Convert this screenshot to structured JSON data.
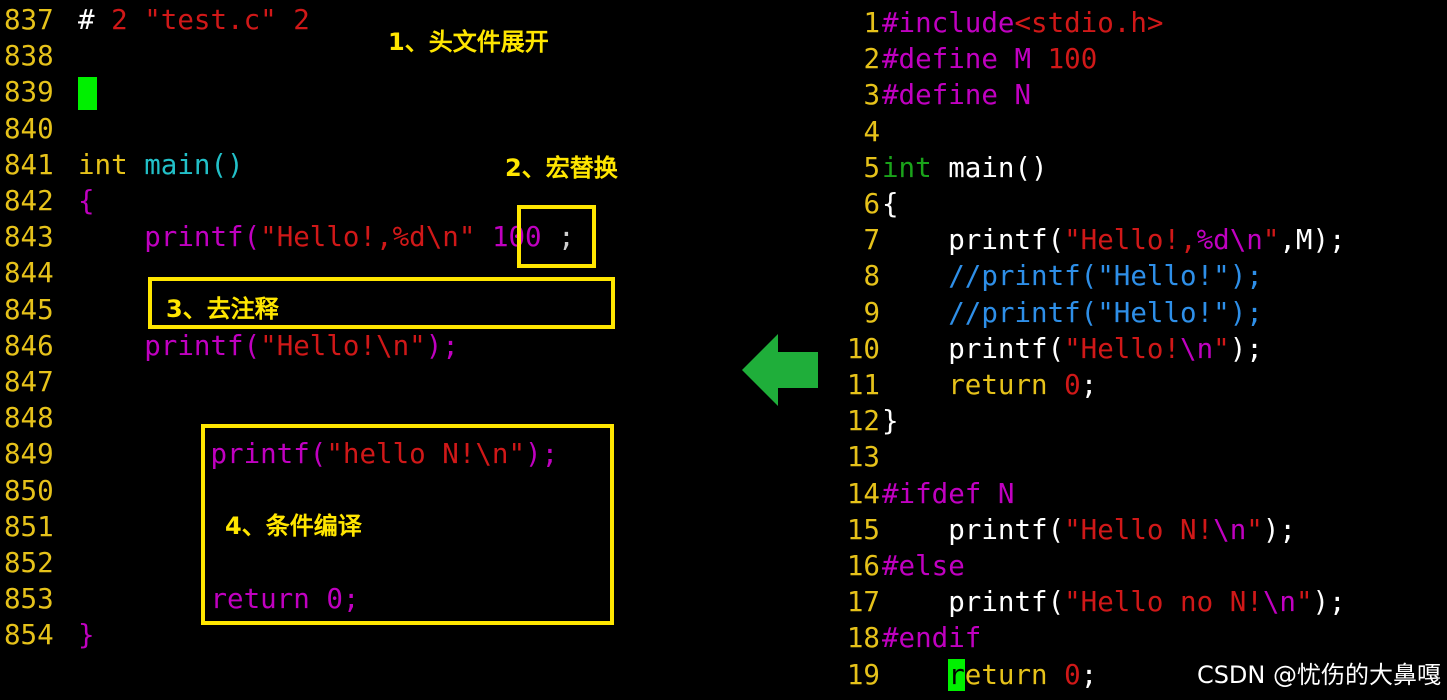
{
  "colors": {
    "background": "#000000",
    "line_number": "#e6c21a",
    "preprocessor": "#c000c0",
    "string": "#d01818",
    "function": "#22c0c8",
    "comment": "#2e8fe8",
    "type_keyword": "#1aa31a",
    "cursor": "#00f000",
    "annotation": "#ffe600",
    "arrow": "#1fae3a"
  },
  "left_pane": {
    "lines": [
      {
        "num": "837",
        "parts": [
          [
            "plain",
            "# "
          ],
          [
            "str",
            "2 "
          ],
          [
            "str",
            "\"test.c\""
          ],
          [
            "str",
            " 2"
          ]
        ]
      },
      {
        "num": "838",
        "parts": []
      },
      {
        "num": "839",
        "parts": [
          [
            "cursor",
            " "
          ]
        ]
      },
      {
        "num": "840",
        "parts": []
      },
      {
        "num": "841",
        "parts": [
          [
            "type",
            "int"
          ],
          [
            "plain",
            " "
          ],
          [
            "fn",
            "main()"
          ]
        ]
      },
      {
        "num": "842",
        "parts": [
          [
            "mag",
            "{"
          ]
        ]
      },
      {
        "num": "843",
        "parts": [
          [
            "plain",
            "    "
          ],
          [
            "mag",
            "printf("
          ],
          [
            "str",
            "\"Hello!,%d\\n\""
          ],
          [
            "plain",
            " "
          ],
          [
            "mag",
            "100"
          ],
          [
            "plain",
            " "
          ],
          [
            "gray",
            ";"
          ]
        ]
      },
      {
        "num": "844",
        "parts": []
      },
      {
        "num": "845",
        "parts": []
      },
      {
        "num": "846",
        "parts": [
          [
            "plain",
            "    "
          ],
          [
            "mag",
            "printf("
          ],
          [
            "str",
            "\"Hello!\\n\""
          ],
          [
            "mag",
            ");"
          ]
        ]
      },
      {
        "num": "847",
        "parts": []
      },
      {
        "num": "848",
        "parts": []
      },
      {
        "num": "849",
        "parts": [
          [
            "plain",
            "        "
          ],
          [
            "mag",
            "printf("
          ],
          [
            "str",
            "\"hello N!\\n\""
          ],
          [
            "mag",
            ");"
          ]
        ]
      },
      {
        "num": "850",
        "parts": []
      },
      {
        "num": "851",
        "parts": []
      },
      {
        "num": "852",
        "parts": []
      },
      {
        "num": "853",
        "parts": [
          [
            "plain",
            "        "
          ],
          [
            "mag",
            "return "
          ],
          [
            "mag",
            "0;"
          ]
        ]
      },
      {
        "num": "854",
        "parts": [
          [
            "mag",
            "}"
          ]
        ]
      }
    ]
  },
  "right_pane": {
    "lines": [
      {
        "num": "1",
        "parts": [
          [
            "pre",
            "#include"
          ],
          [
            "str",
            "<stdio.h>"
          ]
        ]
      },
      {
        "num": "2",
        "parts": [
          [
            "pre",
            "#define M "
          ],
          [
            "str",
            "100"
          ]
        ]
      },
      {
        "num": "3",
        "parts": [
          [
            "pre",
            "#define N"
          ]
        ]
      },
      {
        "num": "4",
        "parts": []
      },
      {
        "num": "5",
        "parts": [
          [
            "kwtype",
            "int"
          ],
          [
            "plain",
            " main()"
          ]
        ]
      },
      {
        "num": "6",
        "parts": [
          [
            "plain",
            "{"
          ]
        ]
      },
      {
        "num": "7",
        "parts": [
          [
            "plain",
            "    printf("
          ],
          [
            "str",
            "\"Hello!,"
          ],
          [
            "pre",
            "%d\\n"
          ],
          [
            "str",
            "\""
          ],
          [
            "plain",
            ",M);"
          ]
        ]
      },
      {
        "num": "8",
        "parts": [
          [
            "plain",
            "    "
          ],
          [
            "cmt",
            "//printf(\"Hello!\");"
          ]
        ]
      },
      {
        "num": "9",
        "parts": [
          [
            "plain",
            "    "
          ],
          [
            "cmt",
            "//printf(\"Hello!\");"
          ]
        ]
      },
      {
        "num": "10",
        "parts": [
          [
            "plain",
            "    printf("
          ],
          [
            "str",
            "\"Hello!"
          ],
          [
            "pre",
            "\\n"
          ],
          [
            "str",
            "\""
          ],
          [
            "plain",
            ");"
          ]
        ]
      },
      {
        "num": "11",
        "parts": [
          [
            "plain",
            "    "
          ],
          [
            "kw",
            "return "
          ],
          [
            "num",
            "0"
          ],
          [
            "plain",
            ";"
          ]
        ]
      },
      {
        "num": "12",
        "parts": [
          [
            "plain",
            "}"
          ]
        ]
      },
      {
        "num": "13",
        "parts": []
      },
      {
        "num": "14",
        "parts": [
          [
            "pre",
            "#ifdef N"
          ]
        ]
      },
      {
        "num": "15",
        "parts": [
          [
            "plain",
            "    printf("
          ],
          [
            "str",
            "\"Hello N!"
          ],
          [
            "pre",
            "\\n"
          ],
          [
            "str",
            "\""
          ],
          [
            "plain",
            ");"
          ]
        ]
      },
      {
        "num": "16",
        "parts": [
          [
            "pre",
            "#else"
          ]
        ]
      },
      {
        "num": "17",
        "parts": [
          [
            "plain",
            "    printf("
          ],
          [
            "str",
            "\"Hello no N!"
          ],
          [
            "pre",
            "\\n"
          ],
          [
            "str",
            "\""
          ],
          [
            "plain",
            ");"
          ]
        ]
      },
      {
        "num": "18",
        "parts": [
          [
            "pre",
            "#endif"
          ]
        ]
      },
      {
        "num": "19",
        "parts": [
          [
            "plain",
            "    "
          ],
          [
            "cursorchar",
            "r"
          ],
          [
            "kw",
            "eturn "
          ],
          [
            "num",
            "0"
          ],
          [
            "plain",
            ";"
          ]
        ]
      }
    ]
  },
  "annotations": {
    "header_expand": "1、头文件展开",
    "macro_replace": "2、宏替换",
    "remove_comments": "3、去注释",
    "conditional_compile": "4、条件编译"
  },
  "watermark": "CSDN @忧伤的大鼻嘎",
  "arrow_icon": "green-left-arrow"
}
